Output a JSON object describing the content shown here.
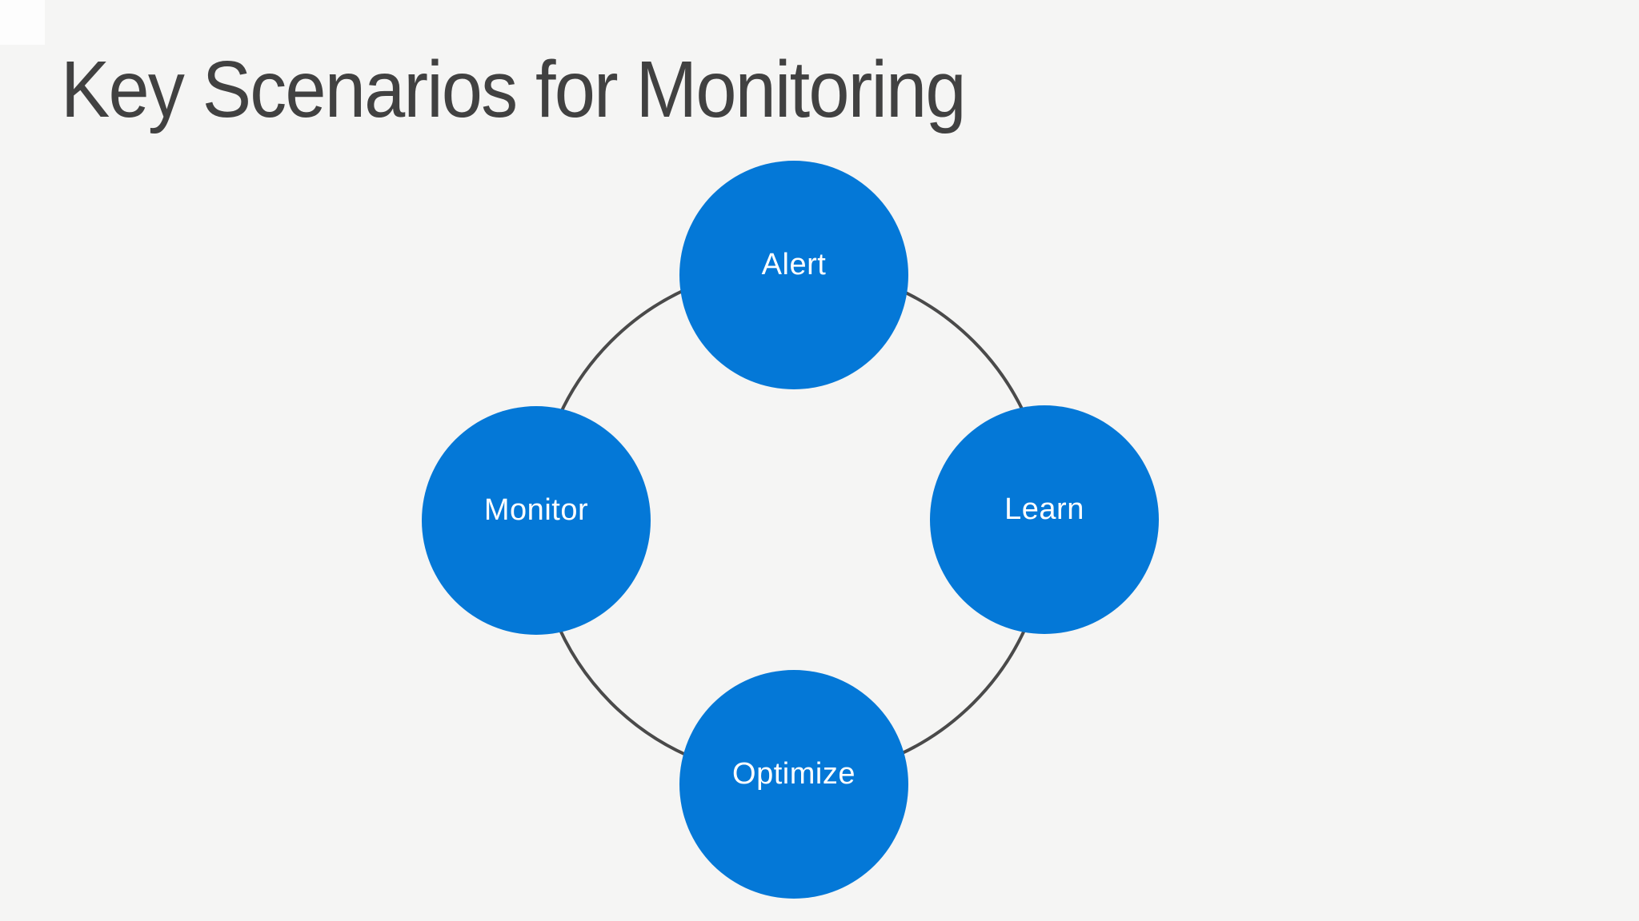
{
  "slide": {
    "title": "Key Scenarios for Monitoring"
  },
  "diagram": {
    "type": "cycle",
    "nodes": [
      {
        "label": "Alert",
        "position": "top"
      },
      {
        "label": "Monitor",
        "position": "left"
      },
      {
        "label": "Learn",
        "position": "right"
      },
      {
        "label": "Optimize",
        "position": "bottom"
      }
    ]
  },
  "colors": {
    "background": "#F5F5F4",
    "title_text": "#414141",
    "ring_stroke": "#4A4A4A",
    "node_fill": "#0478D7",
    "node_text": "#FFFFFF"
  }
}
